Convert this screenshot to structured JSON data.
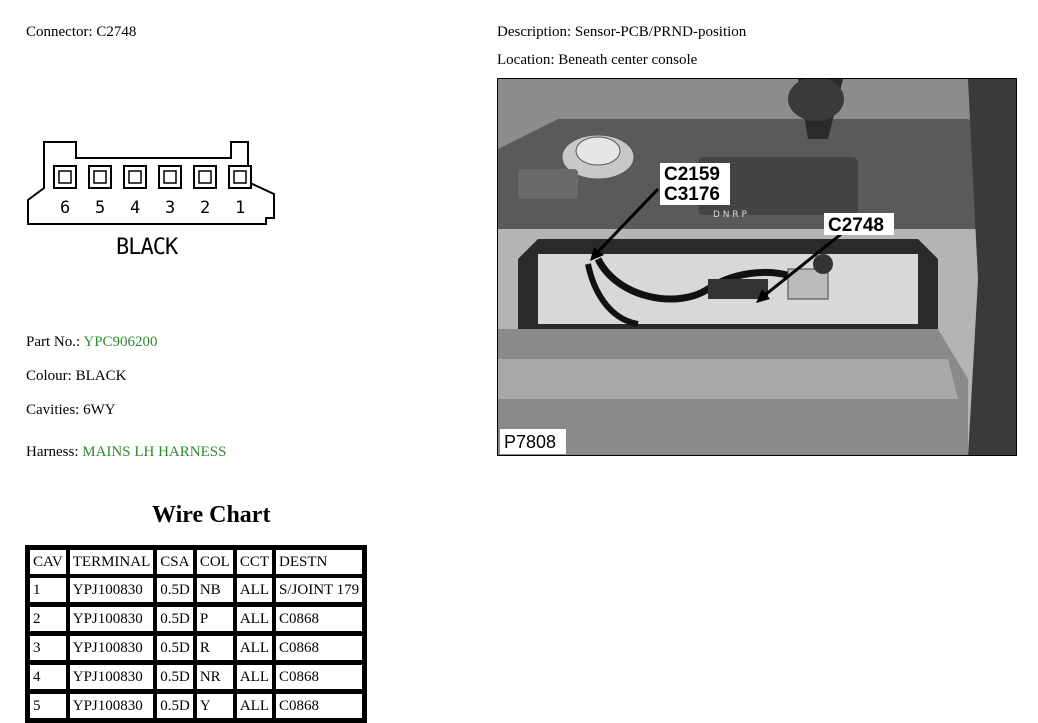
{
  "header": {
    "connector_label": "Connector:",
    "connector_value": "C2748",
    "description_label": "Description:",
    "description_value": "Sensor-PCB/PRND-position",
    "location_label": "Location:",
    "location_value": "Beneath center console"
  },
  "diagram": {
    "pins": [
      "6",
      "5",
      "4",
      "3",
      "2",
      "1"
    ],
    "colour_caption": "BLACK"
  },
  "details": {
    "part_label": "Part No.:",
    "part_value": "YPC906200",
    "colour_label": "Colour:",
    "colour_value": "BLACK",
    "cavities_label": "Cavities:",
    "cavities_value": "6WY",
    "harness_label": "Harness:",
    "harness_value": "MAINS LH HARNESS"
  },
  "photo": {
    "callout_1": "C2159",
    "callout_2": "C3176",
    "callout_3": "C2748",
    "gear_letters": "D   N   R   P",
    "figure_id": "P7808"
  },
  "wire_chart": {
    "title": "Wire Chart",
    "headers": [
      "CAV",
      "TERMINAL",
      "CSA",
      "COL",
      "CCT",
      "DESTN"
    ],
    "rows": [
      [
        "1",
        "YPJ100830",
        "0.5D",
        "NB",
        "ALL",
        "S/JOINT 179"
      ],
      [
        "2",
        "YPJ100830",
        "0.5D",
        "P",
        "ALL",
        "C0868"
      ],
      [
        "3",
        "YPJ100830",
        "0.5D",
        "R",
        "ALL",
        "C0868"
      ],
      [
        "4",
        "YPJ100830",
        "0.5D",
        "NR",
        "ALL",
        "C0868"
      ],
      [
        "5",
        "YPJ100830",
        "0.5D",
        "Y",
        "ALL",
        "C0868"
      ]
    ]
  },
  "colors": {
    "link_green": "#2e8b2e"
  }
}
